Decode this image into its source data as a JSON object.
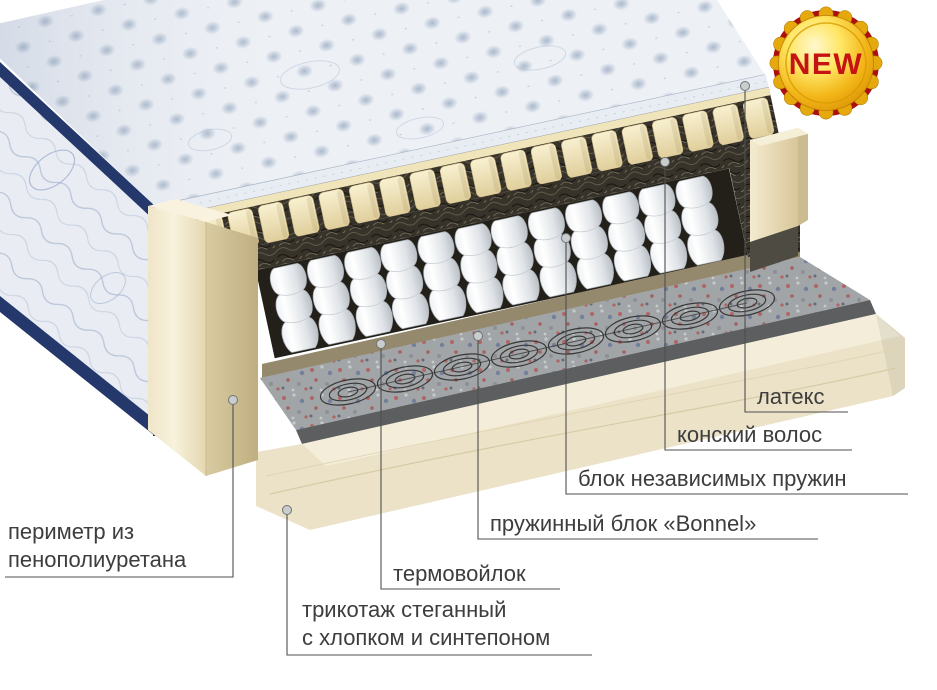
{
  "badge": {
    "text": "NEW",
    "colors": {
      "gold": "#f2b517",
      "red_rim": "#ad0e0e",
      "text_red": "#c51212"
    }
  },
  "diagram": {
    "subject": "mattress-cutaway",
    "leader_line_color": "#4f4f4f",
    "label_text_color": "#3d3d3d",
    "labels": [
      {
        "id": "latex",
        "text": "латекс"
      },
      {
        "id": "horsehair",
        "text": "конский волос"
      },
      {
        "id": "independent-spring-block",
        "text": "блок независимых пружин"
      },
      {
        "id": "bonnel-spring-block",
        "text": "пружинный блок «Bonnel»"
      },
      {
        "id": "thermo-felt",
        "text": "термовойлок"
      },
      {
        "id": "quilted-knit-cover",
        "line1": "трикотаж стеганный",
        "line2": "с хлопком и синтепоном"
      },
      {
        "id": "perimeter-foam",
        "line1": "периметр из",
        "line2": "пенополиуретана"
      }
    ]
  }
}
